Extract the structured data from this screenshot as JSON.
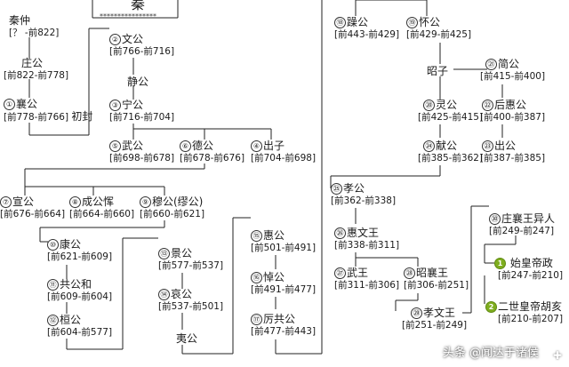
{
  "header": {
    "title": "秦",
    "stars": "****************"
  },
  "nodes": [
    {
      "id": "qinzhong",
      "num": "",
      "name": "秦仲",
      "years": "[？ -前822]"
    },
    {
      "id": "zhuanggong",
      "num": "",
      "name": "庄公",
      "years": "[前822-前778]"
    },
    {
      "id": "xianggong",
      "num": "①",
      "name": "襄公",
      "years": "[前778-前766]",
      "note": "初封"
    },
    {
      "id": "wengong",
      "num": "②",
      "name": "文公",
      "years": "[前766-前716]"
    },
    {
      "id": "jinggong0",
      "num": "",
      "name": "静公",
      "years": ""
    },
    {
      "id": "ninggong",
      "num": "③",
      "name": "宁公",
      "years": "[前716-前704]"
    },
    {
      "id": "wugong",
      "num": "⑤",
      "name": "武公",
      "years": "[前698-前678]"
    },
    {
      "id": "degong",
      "num": "⑥",
      "name": "德公",
      "years": "[前678-前676]"
    },
    {
      "id": "chuzi1",
      "num": "④",
      "name": "出子",
      "years": "[前704-前698]"
    },
    {
      "id": "xuangong",
      "num": "⑦",
      "name": "宣公",
      "years": "[前676-前664]"
    },
    {
      "id": "chenggong",
      "num": "⑧",
      "name": "成公恽",
      "years": "[前664-前660]"
    },
    {
      "id": "mugong",
      "num": "⑨",
      "name": "穆公(缪公)",
      "years": "[前660-前621]"
    },
    {
      "id": "kanggong",
      "num": "⑩",
      "name": "康公",
      "years": "[前621-前609]"
    },
    {
      "id": "gonggong",
      "num": "⑪",
      "name": "共公和",
      "years": "[前609-前604]"
    },
    {
      "id": "huangong",
      "num": "⑫",
      "name": "桓公",
      "years": "[前604-前577]"
    },
    {
      "id": "jinggong",
      "num": "⑬",
      "name": "景公",
      "years": "[前577-前537]"
    },
    {
      "id": "aigong",
      "num": "⑭",
      "name": "哀公",
      "years": "[前537-前501]"
    },
    {
      "id": "yigong",
      "num": "",
      "name": "夷公",
      "years": ""
    },
    {
      "id": "huigong1",
      "num": "⑮",
      "name": "惠公",
      "years": "[前501-前491]"
    },
    {
      "id": "daogong",
      "num": "⑯",
      "name": "悼公",
      "years": "[前491-前477]"
    },
    {
      "id": "ligonggong",
      "num": "⑰",
      "name": "厉共公",
      "years": "[前477-前443]"
    },
    {
      "id": "zaogong",
      "num": "⑱",
      "name": "躁公",
      "years": "[前443-前429]"
    },
    {
      "id": "huaigong",
      "num": "⑲",
      "name": "怀公",
      "years": "[前429-前425]"
    },
    {
      "id": "zhaozi",
      "num": "",
      "name": "昭子",
      "years": ""
    },
    {
      "id": "jiangong",
      "num": "㉑",
      "name": "简公",
      "years": "[前415-前400]"
    },
    {
      "id": "linggong",
      "num": "⑳",
      "name": "灵公",
      "years": "[前425-前415]"
    },
    {
      "id": "houhuigong",
      "num": "㉒",
      "name": "后惠公",
      "years": "[前400-前387]"
    },
    {
      "id": "xiangong",
      "num": "㉔",
      "name": "献公",
      "years": "[前385-前362]"
    },
    {
      "id": "chuzi2",
      "num": "㉓",
      "name": "出公",
      "years": "[前387-前385]"
    },
    {
      "id": "xiaogong",
      "num": "㉕",
      "name": "孝公",
      "years": "[前362-前338]"
    },
    {
      "id": "huiwenwang",
      "num": "㉖",
      "name": "惠文王",
      "years": "[前338-前311]"
    },
    {
      "id": "wuwang",
      "num": "㉗",
      "name": "武王",
      "years": "[前311-前306]"
    },
    {
      "id": "zhaoxiangwang",
      "num": "㉘",
      "name": "昭襄王",
      "years": "[前306-前251]"
    },
    {
      "id": "xiaowenwang",
      "num": "㉙",
      "name": "孝文王",
      "years": "[前251-前249]"
    },
    {
      "id": "zhuangxiangwang",
      "num": "㉚",
      "name": "庄襄王异人",
      "years": "[前249-前247]"
    },
    {
      "id": "shihuangdi",
      "num": "1",
      "green": true,
      "name": "始皇帝政",
      "years": "[前247-前210]"
    },
    {
      "id": "ershihuangdi",
      "num": "2",
      "green": true,
      "name": "二世皇帝胡亥",
      "years": "[前210-前207]"
    }
  ],
  "watermark": "头条 @闻达于诸侯"
}
